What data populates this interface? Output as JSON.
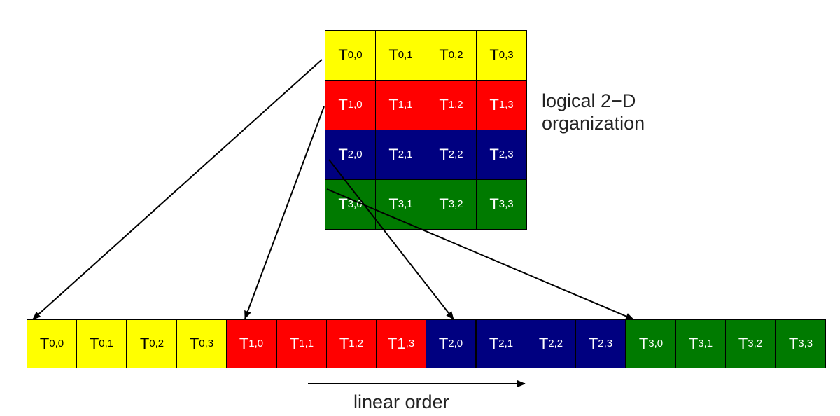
{
  "colors": {
    "row0": "#ffff00",
    "row1": "#ff0000",
    "row2": "#000080",
    "row3": "#007a00",
    "text_dark": "#000000",
    "text_light": "#ffffff"
  },
  "grid": {
    "rows": [
      {
        "color_key": "row0",
        "text": "dark",
        "cells": [
          {
            "base": "T",
            "sub": "0,0"
          },
          {
            "base": "T",
            "sub": "0,1"
          },
          {
            "base": "T",
            "sub": "0,2"
          },
          {
            "base": "T",
            "sub": "0,3"
          }
        ]
      },
      {
        "color_key": "row1",
        "text": "light",
        "cells": [
          {
            "base": "T",
            "sub": "1,0"
          },
          {
            "base": "T",
            "sub": "1,1"
          },
          {
            "base": "T",
            "sub": "1,2"
          },
          {
            "base": "T",
            "sub": "1,3"
          }
        ]
      },
      {
        "color_key": "row2",
        "text": "light",
        "cells": [
          {
            "base": "T",
            "sub": "2,0"
          },
          {
            "base": "T",
            "sub": "2,1"
          },
          {
            "base": "T",
            "sub": "2,2"
          },
          {
            "base": "T",
            "sub": "2,3"
          }
        ]
      },
      {
        "color_key": "row3",
        "text": "light",
        "cells": [
          {
            "base": "T",
            "sub": "3,0"
          },
          {
            "base": "T",
            "sub": "3,1"
          },
          {
            "base": "T",
            "sub": "3,2"
          },
          {
            "base": "T",
            "sub": "3,3"
          }
        ]
      }
    ]
  },
  "linear": {
    "cells": [
      {
        "base": "T",
        "sub": "0,0",
        "color_key": "row0",
        "text": "dark"
      },
      {
        "base": "T",
        "sub": "0,1",
        "color_key": "row0",
        "text": "dark"
      },
      {
        "base": "T",
        "sub": "0,2",
        "color_key": "row0",
        "text": "dark"
      },
      {
        "base": "T",
        "sub": "0,3",
        "color_key": "row0",
        "text": "dark"
      },
      {
        "base": "T",
        "sub": "1,0",
        "color_key": "row1",
        "text": "light"
      },
      {
        "base": "T",
        "sub": "1,1",
        "color_key": "row1",
        "text": "light"
      },
      {
        "base": "T",
        "sub": "1,2",
        "color_key": "row1",
        "text": "light"
      },
      {
        "base": "T1",
        "sub": ",3",
        "color_key": "row1",
        "text": "light"
      },
      {
        "base": "T",
        "sub": "2,0",
        "color_key": "row2",
        "text": "light"
      },
      {
        "base": "T",
        "sub": "2,1",
        "color_key": "row2",
        "text": "light"
      },
      {
        "base": "T",
        "sub": "2,2",
        "color_key": "row2",
        "text": "light"
      },
      {
        "base": "T",
        "sub": "2,3",
        "color_key": "row2",
        "text": "light"
      },
      {
        "base": "T",
        "sub": "3,0",
        "color_key": "row3",
        "text": "light"
      },
      {
        "base": "T",
        "sub": "3,1",
        "color_key": "row3",
        "text": "light"
      },
      {
        "base": "T",
        "sub": "3,2",
        "color_key": "row3",
        "text": "light"
      },
      {
        "base": "T",
        "sub": "3,3",
        "color_key": "row3",
        "text": "light"
      }
    ]
  },
  "labels": {
    "logical_line1": "logical 2−D",
    "logical_line2": "organization",
    "linear_order": "linear order"
  }
}
